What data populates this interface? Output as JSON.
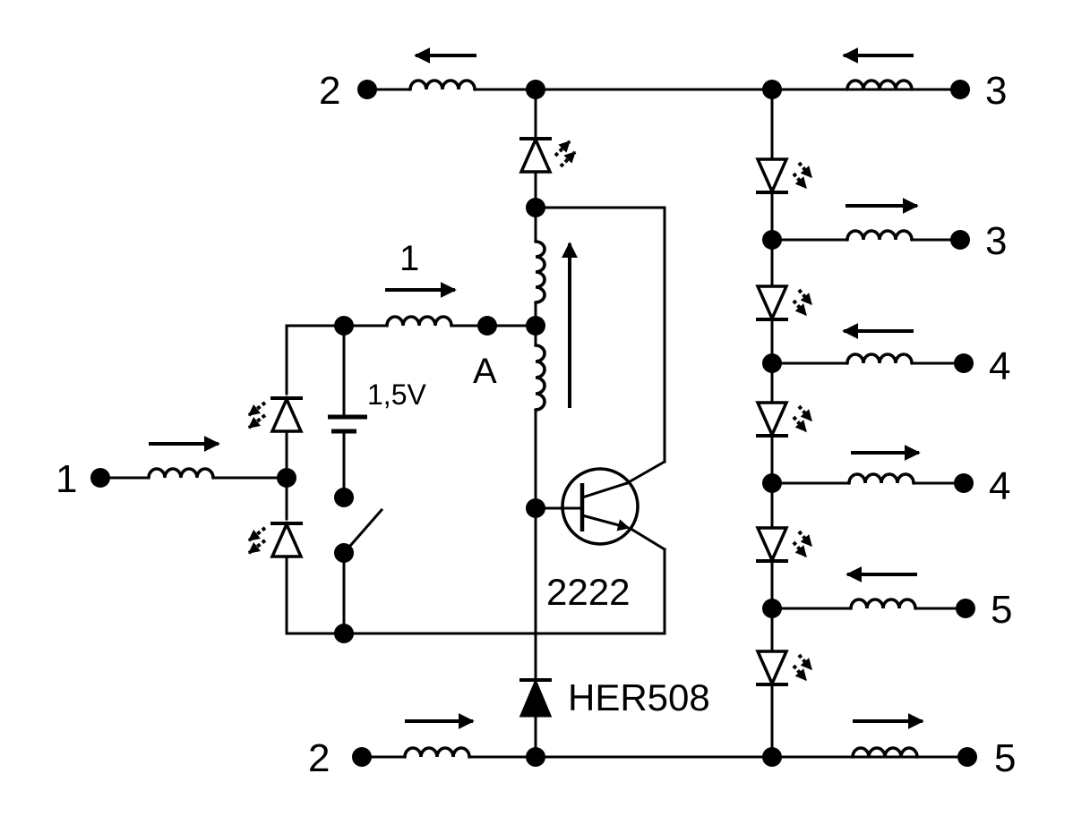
{
  "labels": {
    "terminal_1_left": "1",
    "terminal_2_top": "2",
    "terminal_2_bottom": "2",
    "terminal_3_top": "3",
    "terminal_3_mid": "3",
    "terminal_4_top": "4",
    "terminal_4_mid": "4",
    "terminal_5_mid": "5",
    "terminal_5_bottom": "5",
    "coil_1_label": "1",
    "node_a_label": "A",
    "battery_label": "1,5V",
    "transistor_label": "2222",
    "diode_label": "HER508"
  }
}
